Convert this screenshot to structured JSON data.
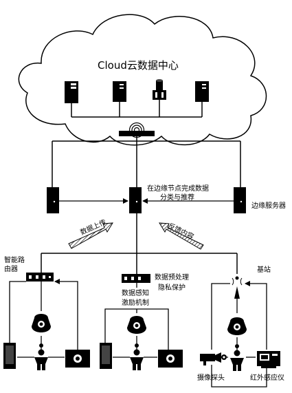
{
  "cloud": {
    "title": "Cloud云数据中心"
  },
  "edge": {
    "center_label_line1": "在边缘节点完成数据",
    "center_label_line2": "分类与推荐",
    "server_label": "边缘服务器"
  },
  "flows": {
    "upload": "数据上传",
    "feedback": "反馈内容"
  },
  "router": {
    "label_line1": "智能路",
    "label_line2": "由器"
  },
  "preprocess": {
    "label_line1": "数据预处理",
    "label_line2": "隐私保护"
  },
  "sensing": {
    "label_line1": "数据感知",
    "label_line2": "激励机制"
  },
  "base_station": {
    "label": "基站"
  },
  "devices": {
    "camera_label": "摄像探头",
    "infrared_label": "红外感应仪"
  }
}
